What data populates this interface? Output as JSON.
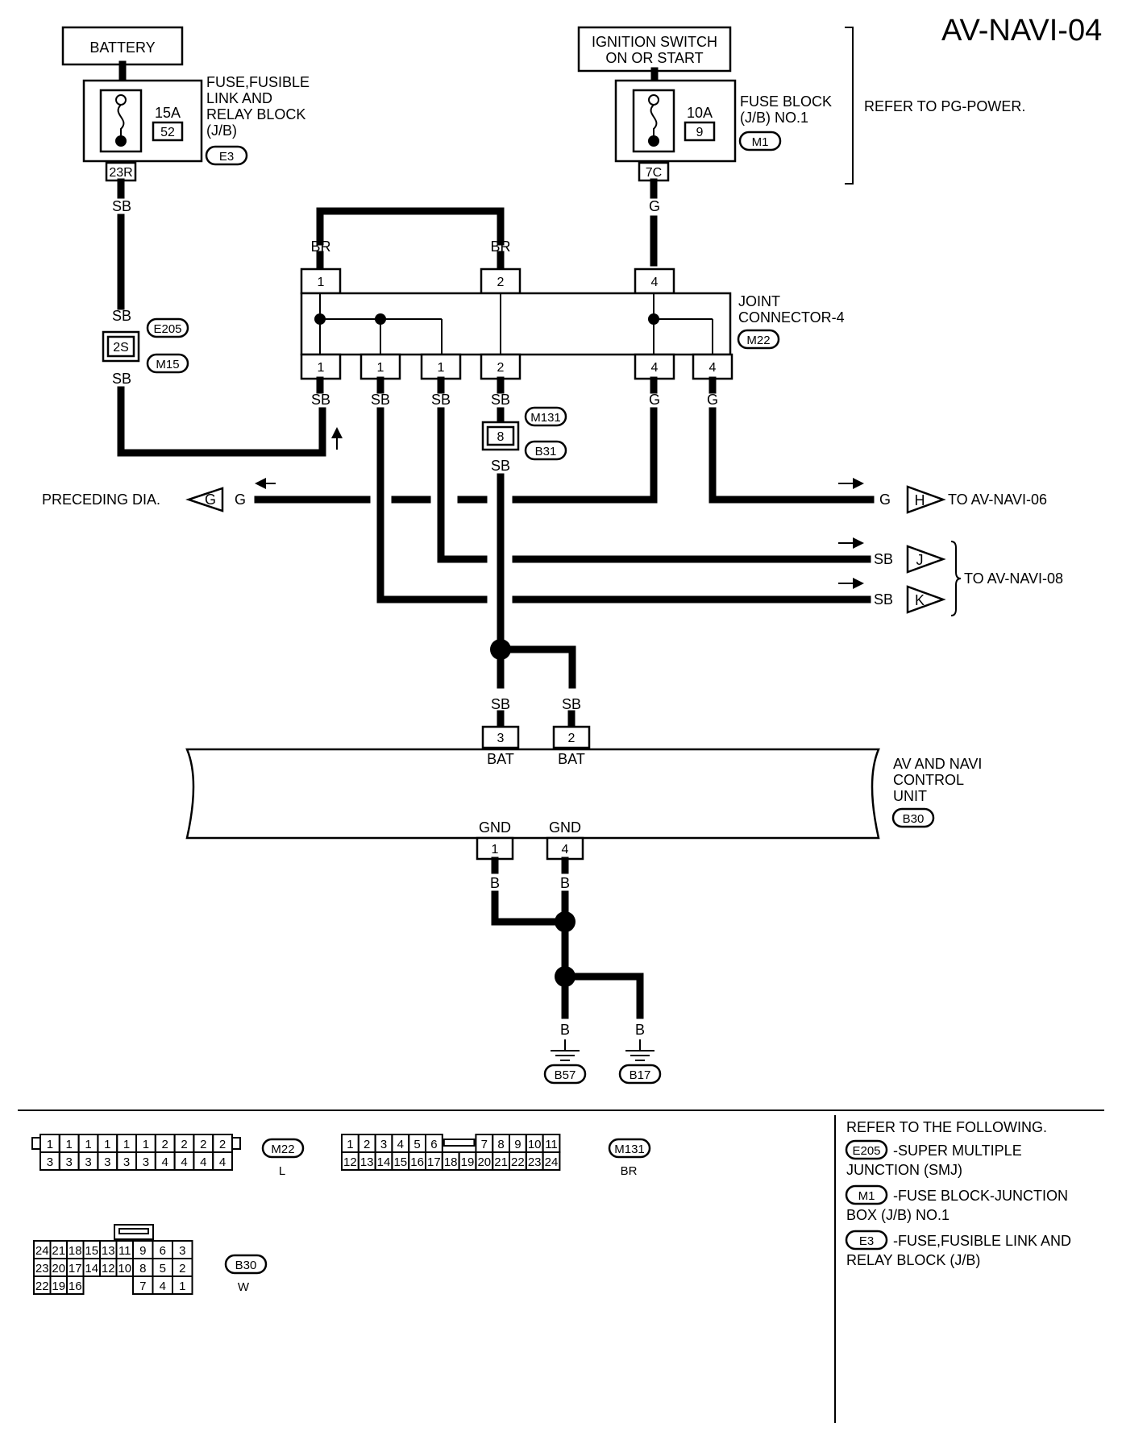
{
  "page_id": "AV-NAVI-04",
  "battery": "BATTERY",
  "ignition": [
    "IGNITION SWITCH",
    "ON OR START"
  ],
  "fuse_left": {
    "amp": "15A",
    "num": "52",
    "label": [
      "FUSE,FUSIBLE",
      "LINK AND",
      "RELAY BLOCK",
      "(J/B)"
    ],
    "connector": "E3",
    "pin": "23R"
  },
  "fuse_right": {
    "amp": "10A",
    "num": "9",
    "label": [
      "FUSE BLOCK",
      "(J/B) NO.1"
    ],
    "connector": "M1",
    "pin": "7C"
  },
  "refer_pg": "REFER TO PG-POWER.",
  "joint": {
    "label": [
      "JOINT",
      "CONNECTOR-4"
    ],
    "connector": "M22",
    "top_pins": [
      "1",
      "2",
      "4"
    ],
    "bottom_pins": [
      "1",
      "1",
      "1",
      "2",
      "4",
      "4"
    ]
  },
  "smj": {
    "pin": "2S",
    "conn_top": "E205",
    "conn_bottom": "M15"
  },
  "m131": {
    "pin": "8",
    "conn_top": "M131",
    "conn_bottom": "B31"
  },
  "wires": {
    "sb": "SB",
    "br": "BR",
    "g": "G",
    "b": "B"
  },
  "offpage": {
    "preceding": "PRECEDING DIA.",
    "g_letter": "G",
    "h_letter": "H",
    "h_dest": "TO AV-NAVI-06",
    "j_letter": "J",
    "k_letter": "K",
    "jk_dest": "TO AV-NAVI-08"
  },
  "unit": {
    "label": [
      "AV AND NAVI",
      "CONTROL",
      "UNIT"
    ],
    "connector": "B30",
    "pins_top": [
      {
        "num": "3",
        "name": "BAT"
      },
      {
        "num": "2",
        "name": "BAT"
      }
    ],
    "pins_bottom": [
      {
        "num": "1",
        "name": "GND"
      },
      {
        "num": "4",
        "name": "GND"
      }
    ]
  },
  "grounds": [
    "B57",
    "B17"
  ],
  "connectors_face": {
    "m22": {
      "id": "M22",
      "color": "L",
      "row1": [
        "1",
        "1",
        "1",
        "1",
        "1",
        "1",
        "2",
        "2",
        "2",
        "2"
      ],
      "row2": [
        "3",
        "3",
        "3",
        "3",
        "3",
        "3",
        "4",
        "4",
        "4",
        "4"
      ]
    },
    "m131": {
      "id": "M131",
      "color": "BR",
      "row1": [
        "1",
        "2",
        "3",
        "4",
        "5",
        "6",
        "",
        "7",
        "8",
        "9",
        "10",
        "11"
      ],
      "row2": [
        "12",
        "13",
        "14",
        "15",
        "16",
        "17",
        "18",
        "19",
        "20",
        "21",
        "22",
        "23",
        "24"
      ]
    },
    "b30": {
      "id": "B30",
      "color": "W",
      "row1": [
        "24",
        "21",
        "18",
        "15",
        "13",
        "11",
        "9",
        "6",
        "3"
      ],
      "row2": [
        "23",
        "20",
        "17",
        "14",
        "12",
        "10",
        "8",
        "5",
        "2"
      ],
      "row3a": [
        "22",
        "19",
        "16"
      ],
      "row3b": [
        "7",
        "4",
        "1"
      ]
    }
  },
  "refer_following": {
    "title": "REFER TO THE FOLLOWING.",
    "items": [
      {
        "id": "E205",
        "text": [
          "-SUPER MULTIPLE",
          "JUNCTION (SMJ)"
        ]
      },
      {
        "id": "M1",
        "text": [
          "-FUSE BLOCK-JUNCTION",
          "BOX (J/B) NO.1"
        ]
      },
      {
        "id": "E3",
        "text": [
          "-FUSE,FUSIBLE LINK AND",
          "RELAY BLOCK (J/B)"
        ]
      }
    ]
  }
}
